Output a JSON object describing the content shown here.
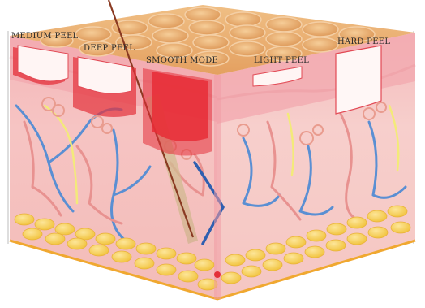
{
  "labels": {
    "medium_peel": "MEDIUM PEEL",
    "deep_peel": "DEEP PEEL",
    "smooth_mode": "SMOOTH MODE",
    "light_peel": "LIGHT PEEL",
    "hard_peel": "HARD PEEL"
  },
  "colors": {
    "surface": "#e9ad6c",
    "epidermis": "#f2b1b6",
    "dermis": "#f6c7c5",
    "fat": "#f7cf4a",
    "vein": "#5a8fd3",
    "artery": "#e89290",
    "nerve": "#f3ea7a",
    "peel_red": "#e4303a",
    "hair": "#8a3a22"
  }
}
